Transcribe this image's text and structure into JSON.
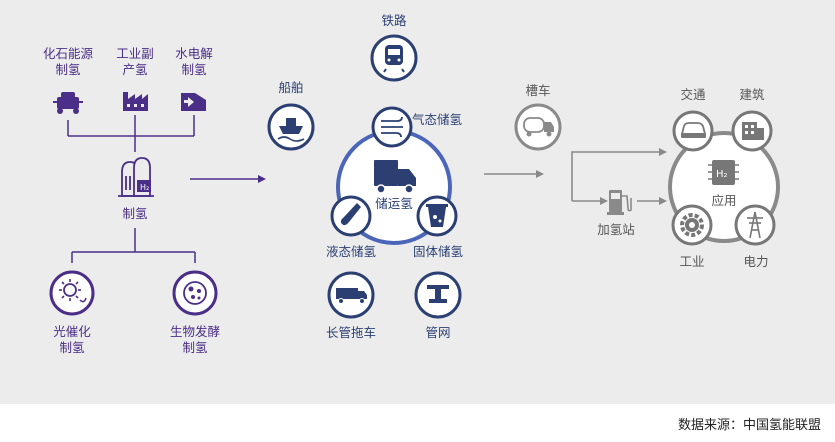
{
  "production": {
    "fossil_l1": "化石能源",
    "fossil_l2": "制氢",
    "industrial_l1": "工业副",
    "industrial_l2": "产氢",
    "electrolysis_l1": "水电解",
    "electrolysis_l2": "制氢",
    "center_label": "制氢",
    "photocatalysis_l1": "光催化",
    "photocatalysis_l2": "制氢",
    "bio_l1": "生物发酵",
    "bio_l2": "制氢"
  },
  "storage": {
    "railway": "铁路",
    "ship": "船舶",
    "gas_storage": "气态储氢",
    "center": "储运氢",
    "liquid_storage": "液态储氢",
    "solid_storage": "固体储氢",
    "tube_trailer": "长管拖车",
    "pipeline": "管网"
  },
  "distribution": {
    "tank_truck": "槽车",
    "station": "加氢站"
  },
  "application": {
    "transport": "交通",
    "building": "建筑",
    "center": "应用",
    "industry": "工业",
    "power": "电力",
    "h2_mark": "H₂"
  },
  "source_note": "数据来源：中国氢能联盟",
  "colors": {
    "purple": "#4b2e88",
    "navy": "#2b3f73",
    "blue_ring": "#4b66b8",
    "gray": "#8a8a8a",
    "panel": "#ececec"
  }
}
